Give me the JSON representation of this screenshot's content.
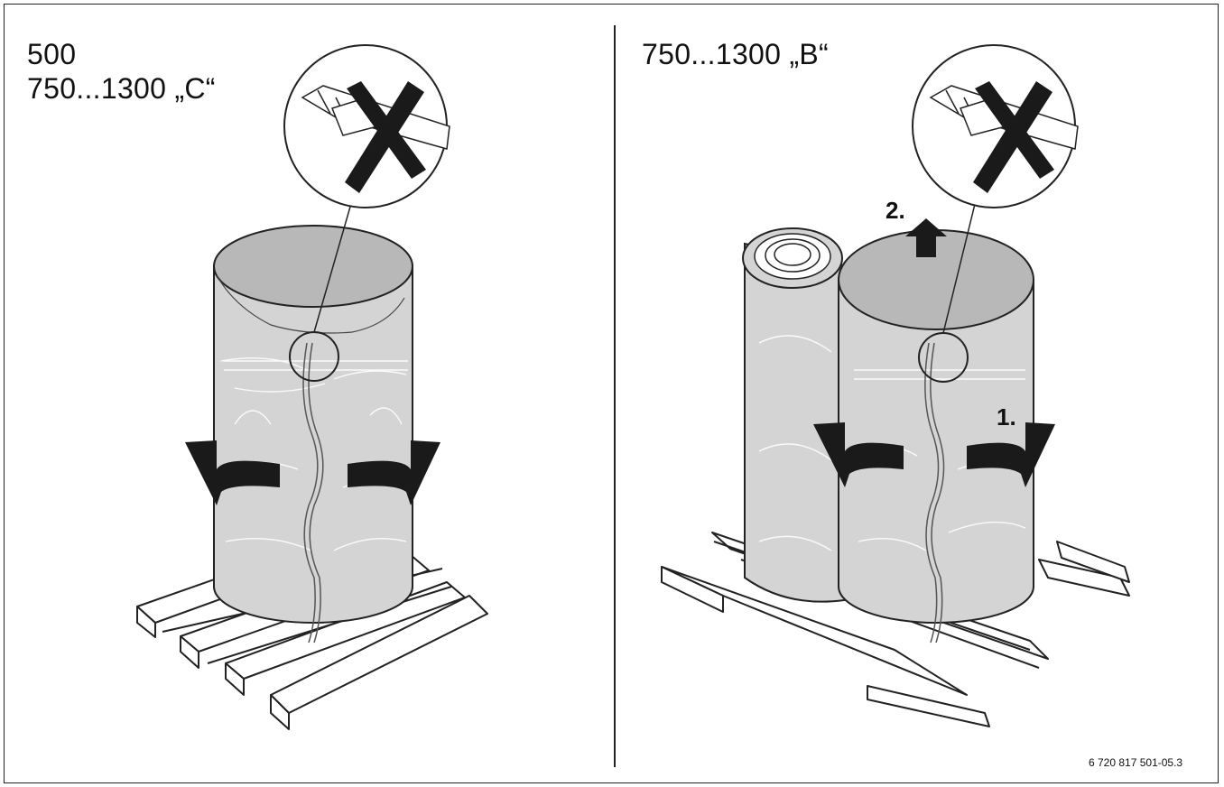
{
  "panels": {
    "left": {
      "line1": "500",
      "line2": "750...1300 „C“"
    },
    "right": {
      "line1": "750...1300 „B“",
      "step1": "1.",
      "step2": "2."
    }
  },
  "figure_code": "6 720 817 501-05.3",
  "icons": {
    "prohibited": "x-mark-icon",
    "arrows": [
      "curved-arrow-left-icon",
      "curved-arrow-right-icon",
      "arrow-up-icon"
    ]
  },
  "colors": {
    "outline": "#222222",
    "wrap_fill": "#d4d4d4",
    "top_fill": "#b8b8b8",
    "arrow": "#1a1a1a"
  }
}
